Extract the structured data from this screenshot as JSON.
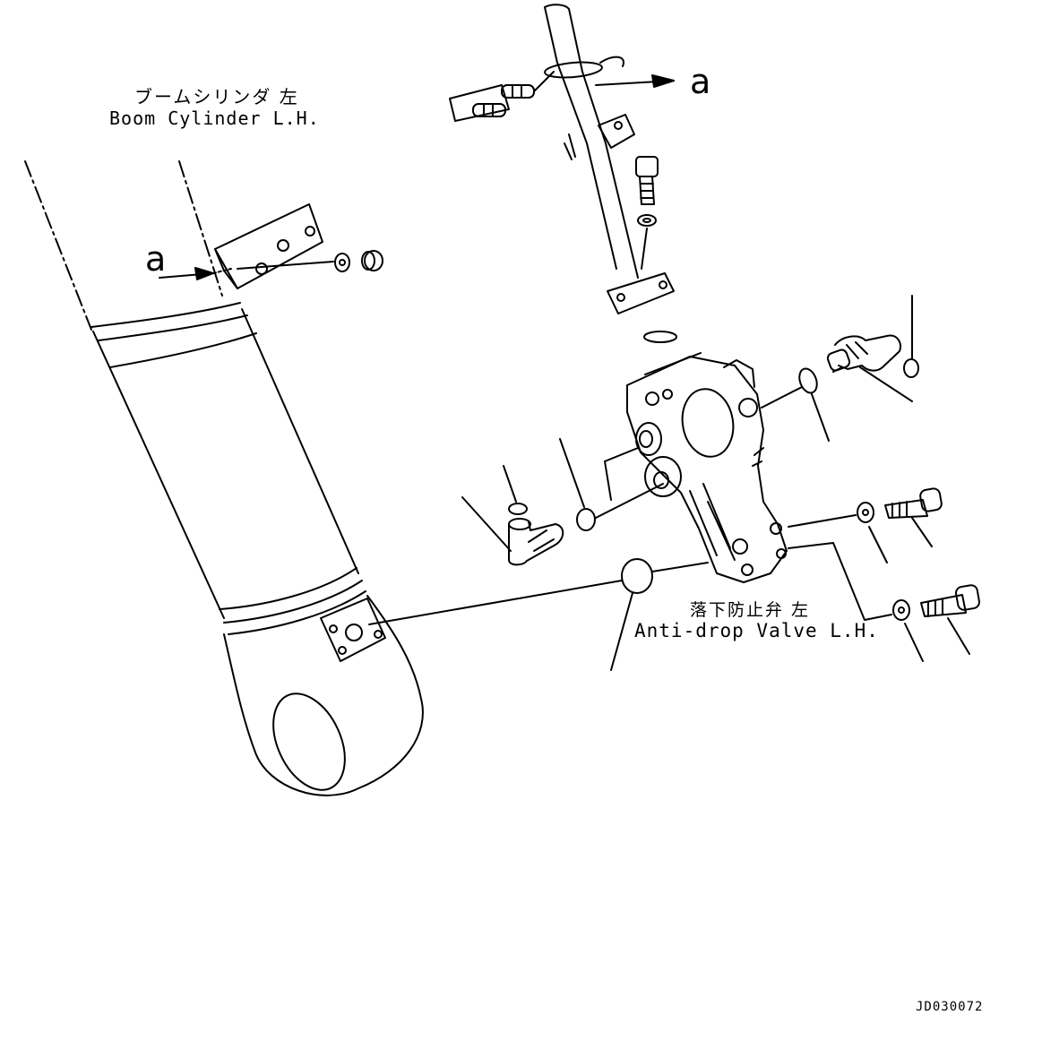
{
  "labels": {
    "boom_cylinder_jp": "ブームシリンダ 左",
    "boom_cylinder_en": "Boom Cylinder L.H.",
    "valve_jp": "落下防止弁 左",
    "valve_en": "Anti-drop Valve L.H.",
    "ref_a_top": "a",
    "ref_a_left": "a",
    "drawing_id": "JD030072"
  }
}
